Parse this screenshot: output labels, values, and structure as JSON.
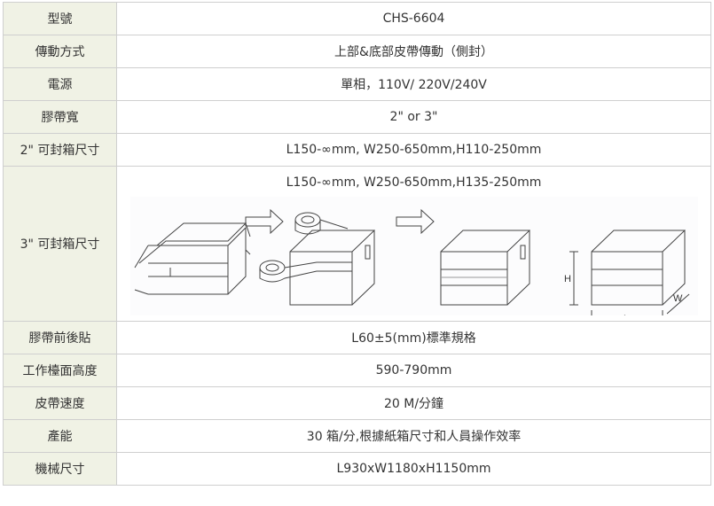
{
  "rows": [
    {
      "label": "型號",
      "value": "CHS-6604"
    },
    {
      "label": "傳動方式",
      "value": "上部&底部皮帶傳動（側封）"
    },
    {
      "label": "電源",
      "value": "單相，110V/ 220V/240V"
    },
    {
      "label": "膠帶寬",
      "value": "2\" or 3\""
    },
    {
      "label": "2\" 可封箱尺寸",
      "value": "L150-∞mm, W250-650mm,H110-250mm"
    },
    {
      "label": "3\" 可封箱尺寸",
      "value": "L150-∞mm, W250-650mm,H135-250mm"
    },
    {
      "label": "膠帶前後貼",
      "value": "L60±5(mm)標準規格"
    },
    {
      "label": "工作檯面高度",
      "value": "590-790mm"
    },
    {
      "label": "皮帶速度",
      "value": "20 M/分鐘"
    },
    {
      "label": "產能",
      "value": "30 箱/分,根據紙箱尺寸和人員操作效率"
    },
    {
      "label": "機械尺寸",
      "value": "L930xW1180xH1150mm"
    }
  ],
  "diagram": {
    "dim_h": "H",
    "dim_l": "L",
    "dim_w": "W"
  }
}
